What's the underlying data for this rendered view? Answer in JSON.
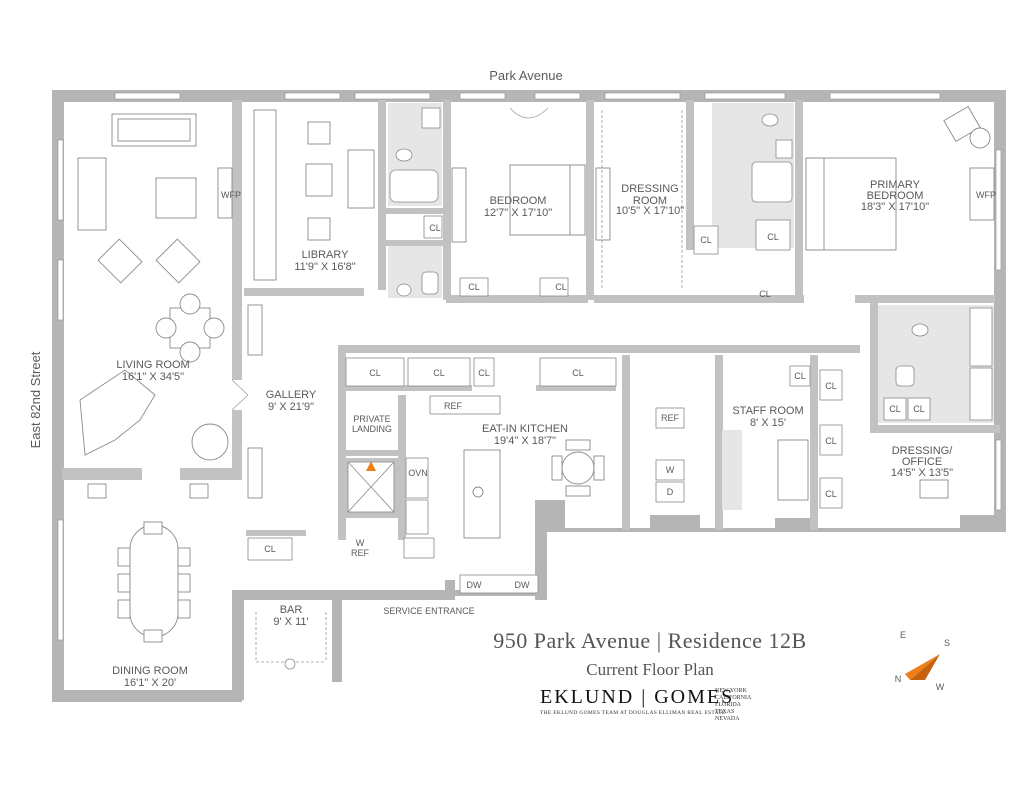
{
  "streets": {
    "north": "Park Avenue",
    "west": "East 82nd Street"
  },
  "rooms": [
    {
      "id": "living",
      "name": "LIVING ROOM",
      "dims": "16'1\" X 34'5\""
    },
    {
      "id": "library",
      "name": "LIBRARY",
      "dims": "11'9\" X 16'8\""
    },
    {
      "id": "bedroom",
      "name": "BEDROOM",
      "dims": "12'7\" X 17'10\""
    },
    {
      "id": "dressing",
      "name": "DRESSING ROOM",
      "dims": "10'5\" X 17'10\""
    },
    {
      "id": "primary",
      "name": "PRIMARY BEDROOM",
      "dims": "18'3\" X 17'10\""
    },
    {
      "id": "gallery",
      "name": "GALLERY",
      "dims": "9' X 21'9\""
    },
    {
      "id": "kitchen",
      "name": "EAT-IN KITCHEN",
      "dims": "19'4\" X 18'7\""
    },
    {
      "id": "staff",
      "name": "STAFF ROOM",
      "dims": "8' X 15'"
    },
    {
      "id": "office",
      "name": "DRESSING/ OFFICE",
      "dims": "14'5\" X 13'5\""
    },
    {
      "id": "dining",
      "name": "DINING ROOM",
      "dims": "16'1\" X 20'"
    },
    {
      "id": "bar",
      "name": "BAR",
      "dims": "9' X 11'"
    }
  ],
  "labels": {
    "private_landing": "PRIVATE LANDING",
    "service_entrance": "SERVICE ENTRANCE",
    "wfp": "WFP",
    "cl": "CL",
    "ref": "REF",
    "ovn": "OVN",
    "w_ref": "W REF",
    "dw": "DW",
    "w": "W",
    "d": "D"
  },
  "title": {
    "residence": "950 Park Avenue | Residence 12B",
    "subtitle": "Current Floor Plan"
  },
  "brand": {
    "name": "EKLUND | GOMES",
    "tagline": "THE EKLUND GOMES TEAM AT DOUGLAS ELLIMAN REAL ESTATE",
    "states": [
      "NEW YORK",
      "CALIFORNIA",
      "FLORIDA",
      "TEXAS",
      "NEVADA"
    ]
  },
  "compass": {
    "letters": [
      "E",
      "S",
      "W",
      "N"
    ],
    "accent": "#f07f1a"
  },
  "colors": {
    "wall": "#b5b5b5",
    "text": "#5a5a5a",
    "accent": "#f07f1a"
  }
}
